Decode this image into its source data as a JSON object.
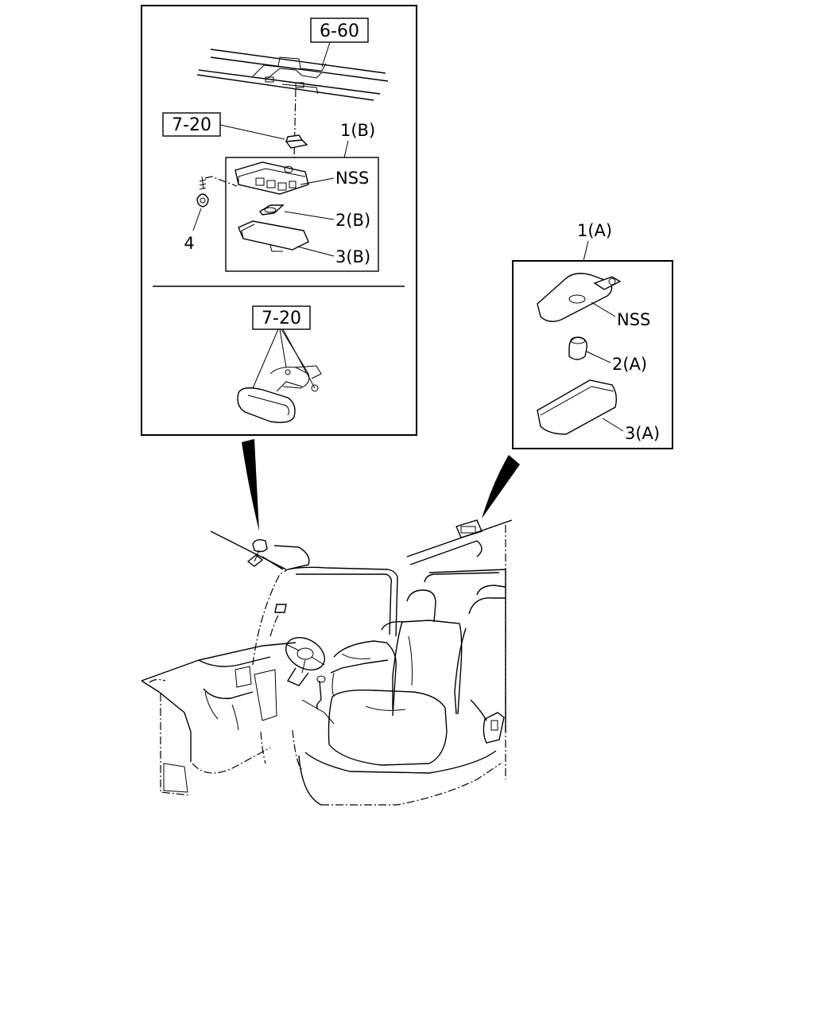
{
  "labels": {
    "ref_6_60": "6-60",
    "ref_7_20_top": "7-20",
    "ref_7_20_bottom": "7-20",
    "part_1b": "1(B)",
    "nss_b": "NSS",
    "part_2b": "2(B)",
    "part_3b": "3(B)",
    "part_4": "4",
    "part_1a": "1(A)",
    "nss_a": "NSS",
    "part_2a": "2(A)",
    "part_3a": "3(A)"
  }
}
